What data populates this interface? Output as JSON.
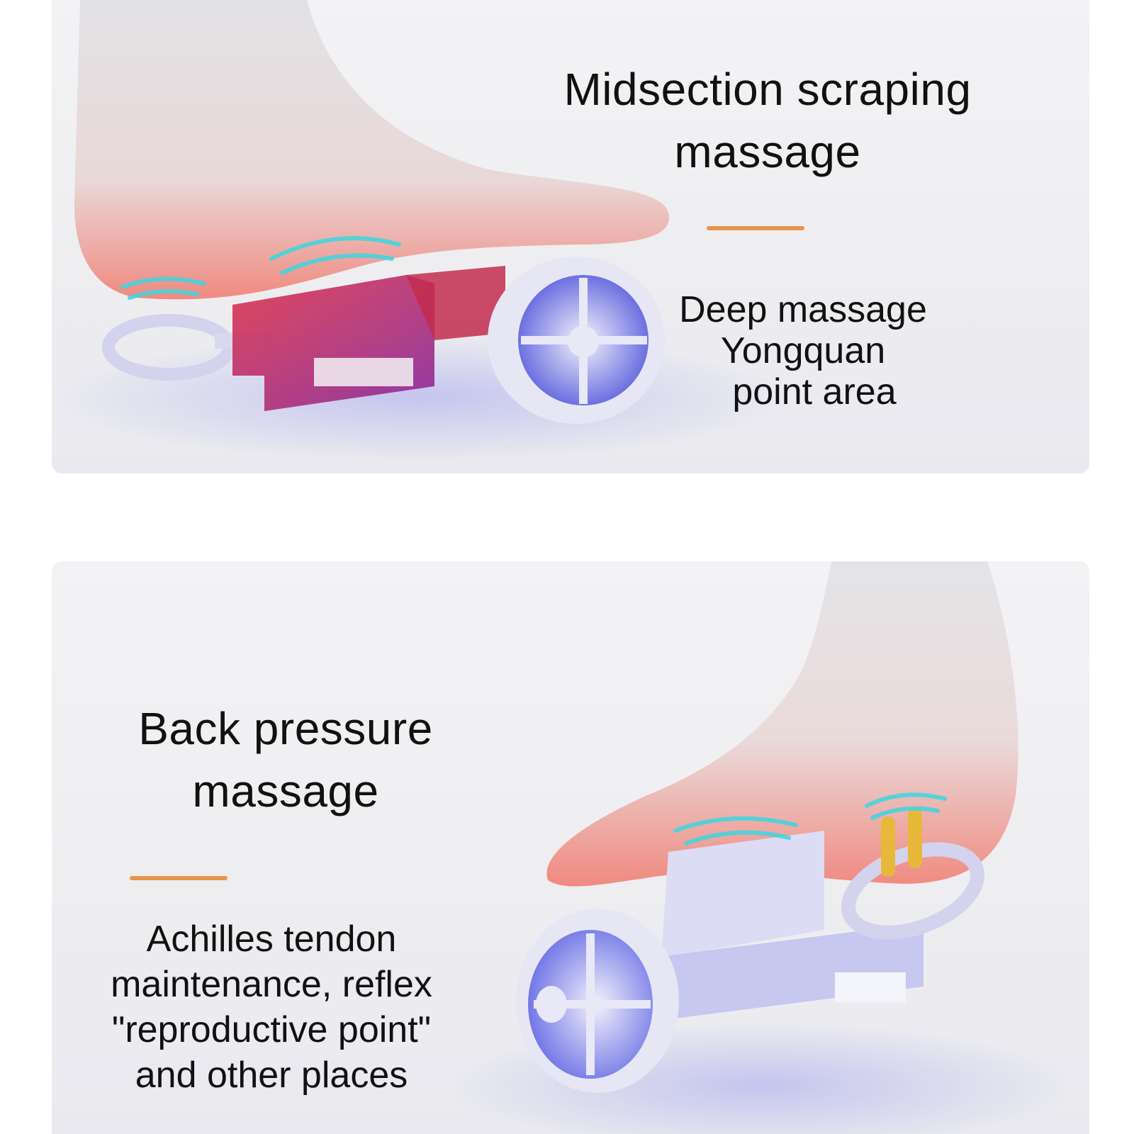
{
  "top_panel": {
    "title_line1": "Midsection scraping",
    "title_line2": "massage",
    "desc_line1": "Deep massage",
    "desc_line2": "Yongquan",
    "desc_line3": "point area"
  },
  "bottom_panel": {
    "title_line1": "Back pressure",
    "title_line2": "massage",
    "desc_line1": "Achilles tendon",
    "desc_line2": "maintenance, reflex",
    "desc_line3": "\"reproductive point\"",
    "desc_line4": "and other places"
  },
  "colors": {
    "accent_rule": "#e8954b",
    "text": "#111111",
    "glow_cyan": "#3fd6e0",
    "heat_red": "#f07a72"
  }
}
